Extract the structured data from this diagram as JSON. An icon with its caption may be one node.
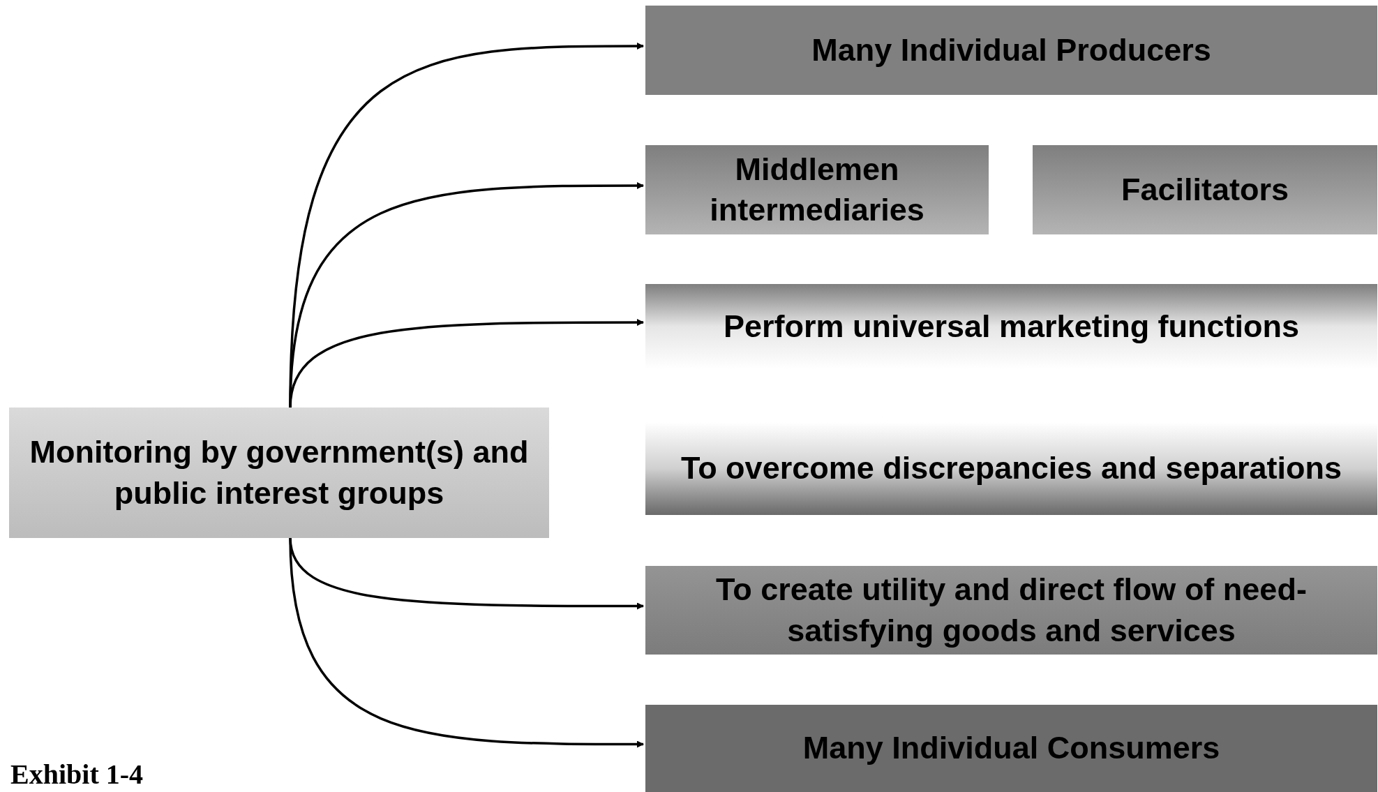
{
  "diagram": {
    "nodes": [
      {
        "text": [
          "Monitoring by government(s) and public interest groups"
        ]
      },
      {
        "text": [
          "Many Individual Producers"
        ]
      },
      {
        "text": [
          "Middlemen intermediaries"
        ]
      },
      {
        "text": [
          "Facilitators"
        ]
      },
      {
        "text": [
          "Perform universal marketing functions"
        ]
      },
      {
        "text": [
          "To overcome discrepancies and separations"
        ]
      },
      {
        "text": [
          "To create utility and direct flow of need-satisfying goods and services"
        ]
      },
      {
        "text": [
          "Many Individual Consumers"
        ]
      }
    ],
    "edges": [
      {
        "from": 0,
        "to": 1,
        "arrow": "to"
      },
      {
        "from": 0,
        "to": 2,
        "arrow": "to"
      },
      {
        "from": 0,
        "to": 4,
        "arrow": "to"
      },
      {
        "from": 0,
        "to": 6,
        "arrow": "to"
      },
      {
        "from": 0,
        "to": 7,
        "arrow": "to"
      }
    ],
    "labels": [
      "Exhibit 1-4"
    ]
  }
}
